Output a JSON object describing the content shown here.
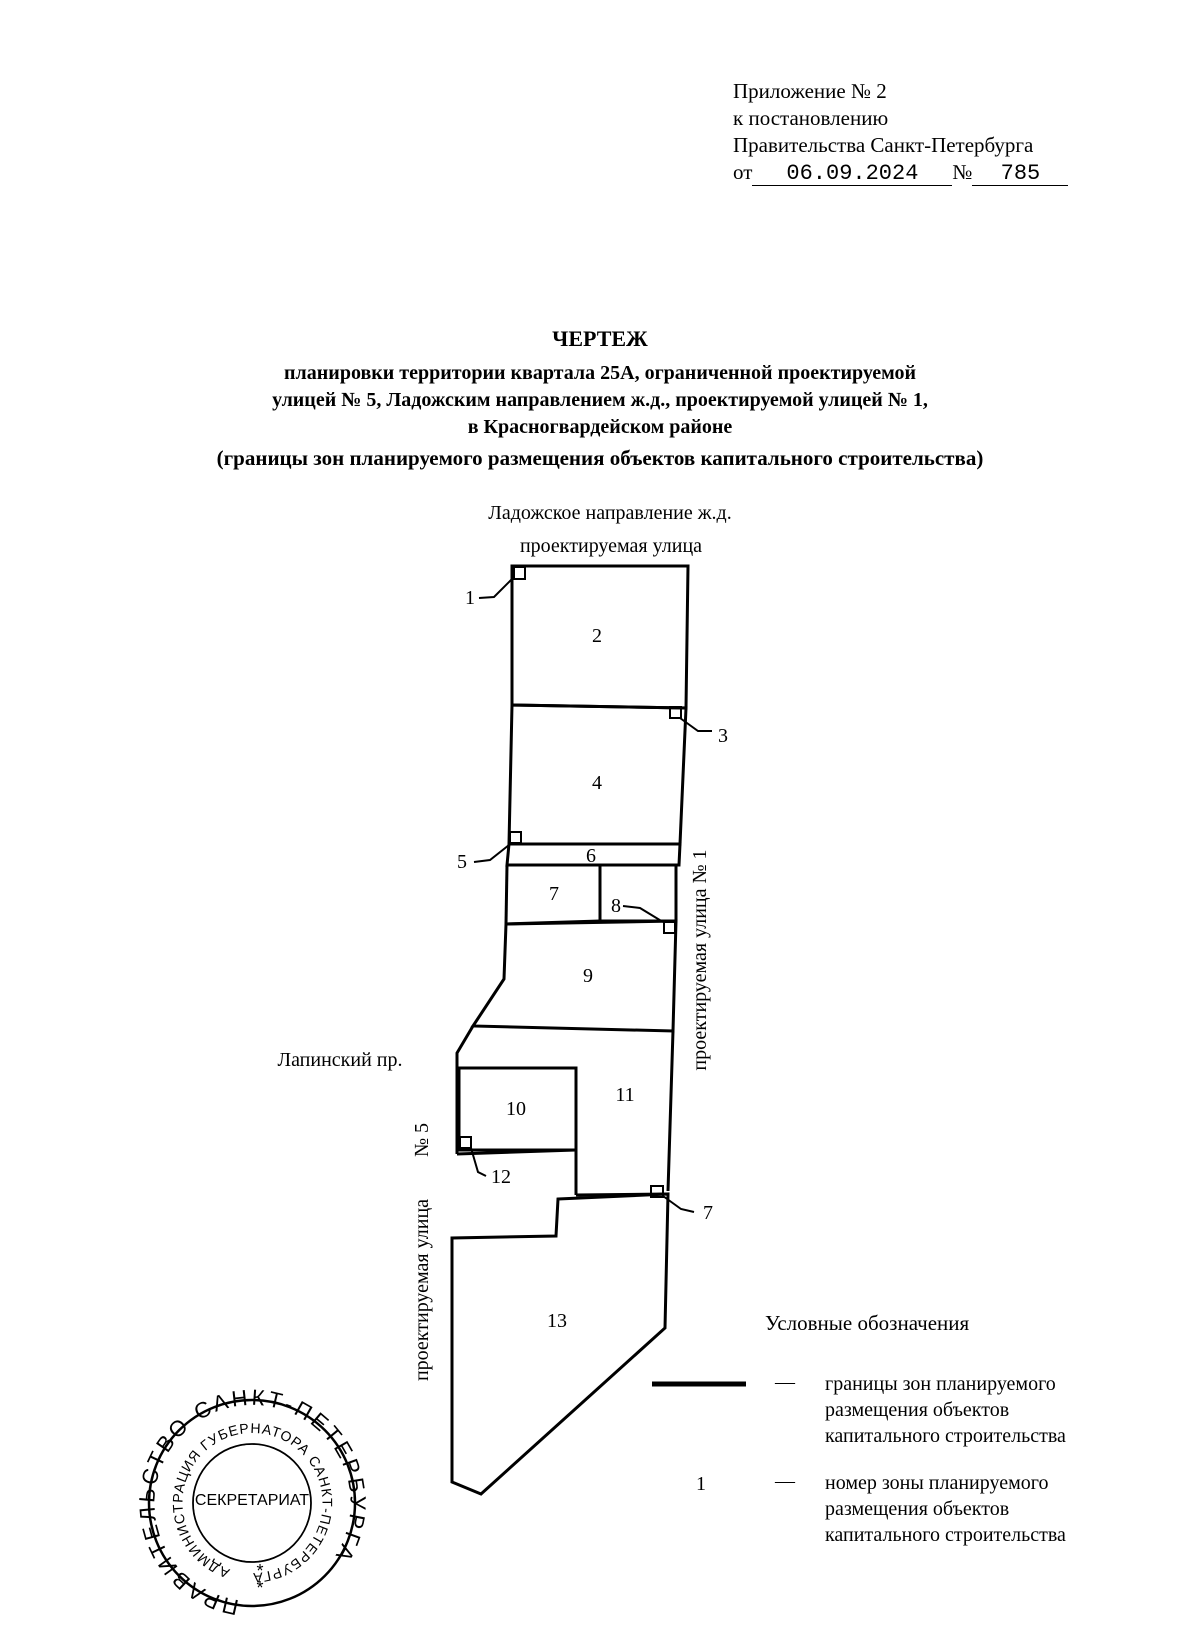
{
  "appendix": {
    "line1": "Приложение № 2",
    "line2": "к постановлению",
    "line3": "Правительства Санкт-Петербурга",
    "date_prefix": "от",
    "date": "06.09.2024",
    "number_prefix": "№",
    "number": "785"
  },
  "title": {
    "heading": "ЧЕРТЕЖ",
    "line1": "планировки территории квартала 25А, ограниченной проектируемой",
    "line2": "улицей № 5, Ладожским направлением ж.д., проектируемой улицей № 1,",
    "line3": "в Красногвардейском районе",
    "subtitle": "(границы зон планируемого размещения объектов капитального строительства)"
  },
  "map": {
    "labels": {
      "railway": "Ладожское направление ж.д.",
      "street_top": "проектируемая улица",
      "street_1": "проектируемая улица № 1",
      "street_5_a": "проектируемая улица",
      "street_5_b": "№ 5",
      "lapinsky": "Лапинский пр."
    },
    "zones": [
      "2",
      "4",
      "6",
      "7",
      "9",
      "10",
      "11",
      "13"
    ],
    "markers": [
      "1",
      "3",
      "5",
      "8",
      "12",
      "7"
    ]
  },
  "legend": {
    "title": "Условные обозначения",
    "dash": "—",
    "item1_lines": [
      "границы зон планируемого",
      "размещения объектов",
      "капитального строительства"
    ],
    "item2_sample": "1",
    "item2_lines": [
      "номер зоны планируемого",
      "размещения объектов",
      "капитального строительства"
    ]
  },
  "stamp": {
    "outer_text": "ПРАВИТЕЛЬСТВО САНКТ-ПЕТЕРБУРГА",
    "inner_text": "АДМИНИСТРАЦИЯ ГУБЕРНАТОРА САНКТ-ПЕТЕРБУРГА",
    "center": "СЕКРЕТАРИАТ",
    "star": "*"
  }
}
